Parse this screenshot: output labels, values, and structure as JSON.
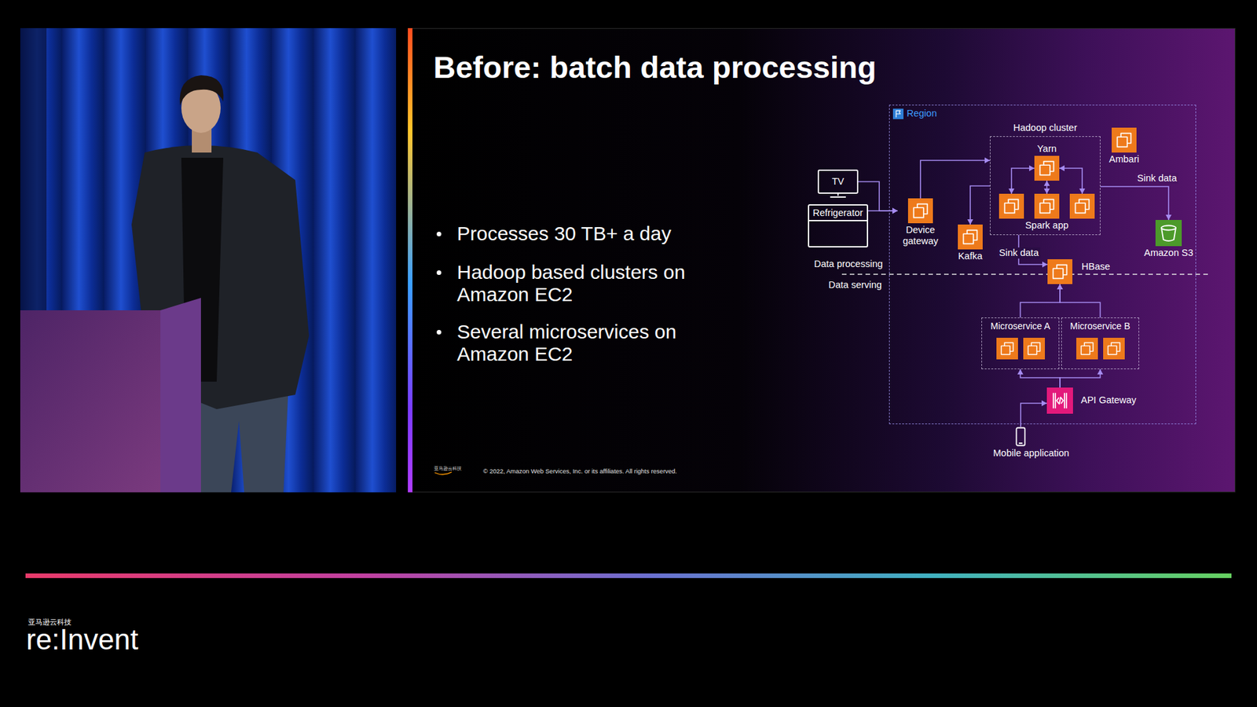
{
  "diagram": {
    "title": "Before: batch data processing",
    "nodes": [
      {
        "text": [
          "Region"
        ]
      },
      {
        "text": [
          "Hadoop cluster"
        ],
        "in": 0
      },
      {
        "text": [
          "Yarn"
        ],
        "in": 1
      },
      {
        "text": [
          "Spark app"
        ],
        "in": 1
      },
      {
        "text": [
          "Ambari"
        ],
        "in": 0
      },
      {
        "text": [
          "TV"
        ]
      },
      {
        "text": [
          "Refrigerator"
        ]
      },
      {
        "text": [
          "Device gateway"
        ],
        "in": 0
      },
      {
        "text": [
          "Kafka"
        ],
        "in": 0
      },
      {
        "text": [
          "Amazon S3"
        ],
        "in": 0
      },
      {
        "text": [
          "HBase"
        ],
        "in": 0
      },
      {
        "text": [
          "Microservice A"
        ],
        "in": 0
      },
      {
        "text": [
          "Microservice B"
        ],
        "in": 0
      },
      {
        "text": [
          "API Gateway"
        ],
        "in": 0
      },
      {
        "text": [
          "Mobile application"
        ]
      }
    ],
    "edges": [
      {
        "from": 5,
        "to": 7,
        "arrow": "to"
      },
      {
        "from": 6,
        "to": 7,
        "arrow": "to"
      },
      {
        "from": 7,
        "to": 1,
        "arrow": "to"
      },
      {
        "from": 1,
        "to": 8,
        "arrow": "to"
      },
      {
        "from": 1,
        "to": 9,
        "label": "Sink data",
        "arrow": "to"
      },
      {
        "from": 2,
        "to": 3,
        "arrow": "both"
      },
      {
        "from": 1,
        "to": 10,
        "label": "Sink data",
        "arrow": "to"
      },
      {
        "from": 11,
        "to": 10,
        "arrow": "to"
      },
      {
        "from": 12,
        "to": 10,
        "arrow": "to"
      },
      {
        "from": 13,
        "to": 11,
        "arrow": "to"
      },
      {
        "from": 13,
        "to": 12,
        "arrow": "to"
      },
      {
        "from": 14,
        "to": 13,
        "arrow": "to"
      }
    ],
    "labels": [
      "Processes 30 TB+ a day",
      "Hadoop based clusters on Amazon EC2",
      "Several microservices on Amazon EC2",
      "Data processing",
      "Data serving",
      "亚马逊云科技",
      "© 2022, Amazon Web Services, Inc. or its affiliates. All rights reserved.",
      "亚马逊云科技",
      "re:Invent"
    ]
  }
}
